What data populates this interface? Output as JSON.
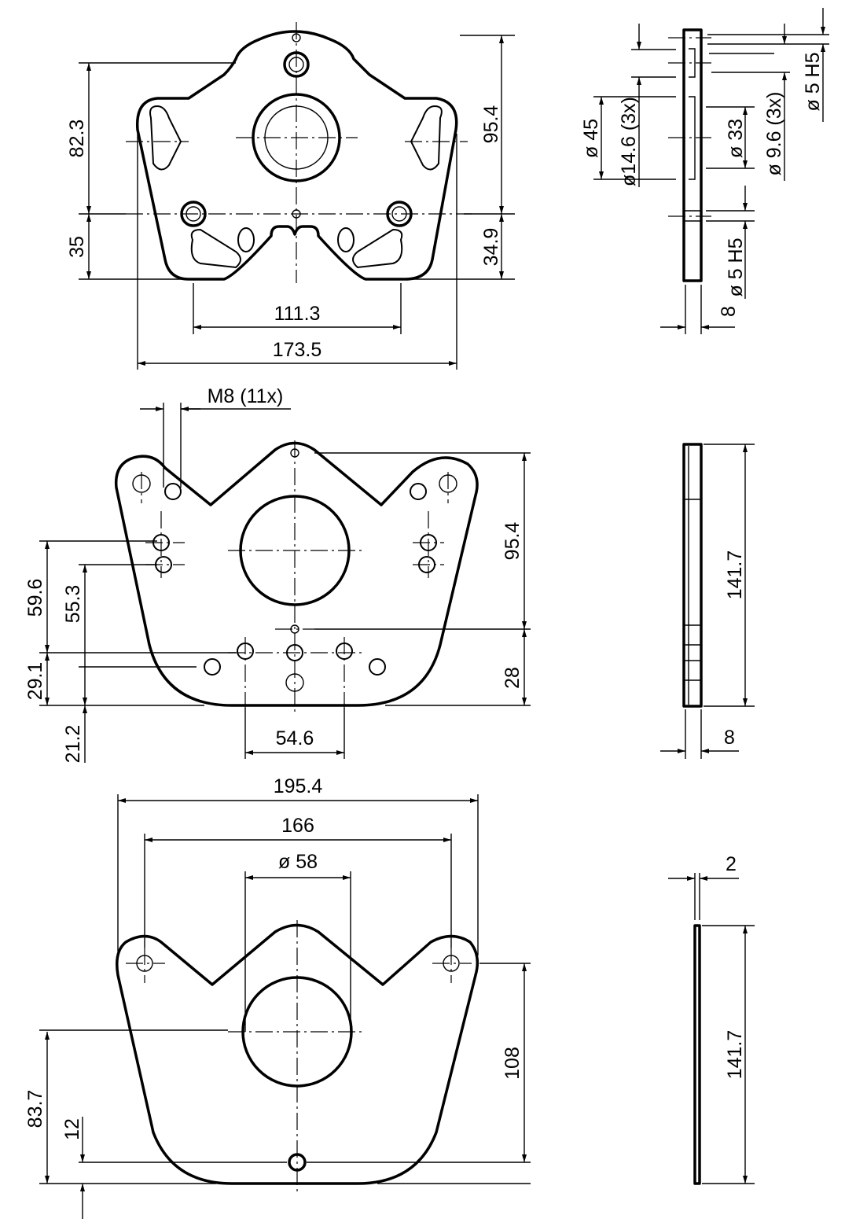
{
  "view1": {
    "dims": {
      "h82_3": "82.3",
      "h35": "35",
      "h95_4": "95.4",
      "h34_9": "34.9",
      "w111_3": "111.3",
      "w173_5": "173.5"
    }
  },
  "side1": {
    "dims": {
      "d45": "ø 45",
      "d14_6": "ø14.6 (3x)",
      "d33": "ø 33",
      "d9_6": "ø 9.6 (3x)",
      "d5h5_top": "ø 5 H5",
      "d5h5_bot": "ø 5 H5",
      "t8": "8"
    }
  },
  "view2": {
    "dims": {
      "m8": "M8 (11x)",
      "h95_4": "95.4",
      "h59_6": "59.6",
      "h55_3": "55.3",
      "h29_1": "29.1",
      "h21_2": "21.2",
      "h28": "28",
      "w54_6": "54.6"
    }
  },
  "side2": {
    "dims": {
      "h141_7": "141.7",
      "t8": "8"
    }
  },
  "view3": {
    "dims": {
      "w195_4": "195.4",
      "w166": "166",
      "d58": "ø 58",
      "h83_7": "83.7",
      "h12": "12",
      "h108": "108"
    }
  },
  "side3": {
    "dims": {
      "t2": "2",
      "h141_7": "141.7"
    }
  }
}
